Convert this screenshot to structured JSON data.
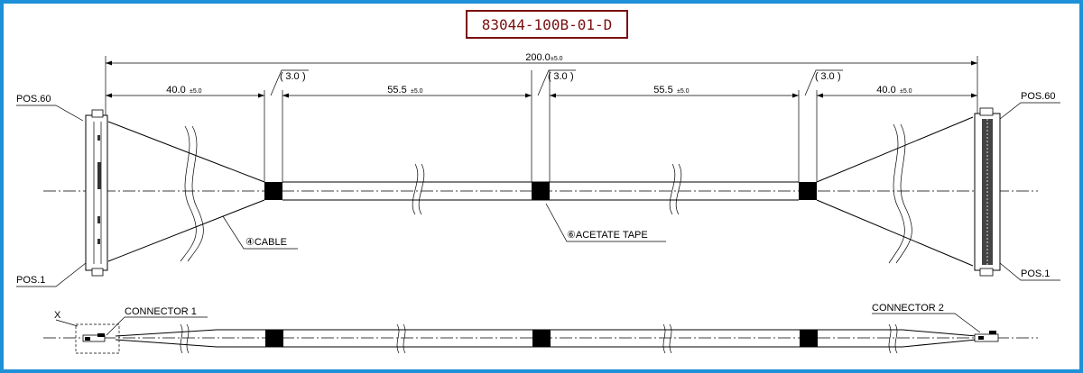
{
  "part_number": "83044-100B-01-D",
  "dimensions": {
    "overall": "200.0",
    "overall_tol": "±5.0",
    "left_end": "40.0",
    "left_end_tol": "±5.0",
    "mid_left": "55.5",
    "mid_left_tol": "±5.0",
    "mid_right": "55.5",
    "mid_right_tol": "±5.0",
    "right_end": "40.0",
    "right_end_tol": "±5.0",
    "tape_left": "3.0",
    "tape_mid": "3.0",
    "tape_right": "3.0"
  },
  "labels": {
    "pos60_left": "POS.60",
    "pos1_left": "POS.1",
    "pos60_right": "POS.60",
    "pos1_right": "POS.1",
    "cable": "④CABLE",
    "acetate_tape": "⑥ACETATE TAPE",
    "connector1": "CONNECTOR 1",
    "connector2": "CONNECTOR 2",
    "detail_x": "X"
  },
  "colors": {
    "border": "#1e90d8",
    "part_number_text": "#7a1010",
    "part_number_box": "#7a1010"
  }
}
